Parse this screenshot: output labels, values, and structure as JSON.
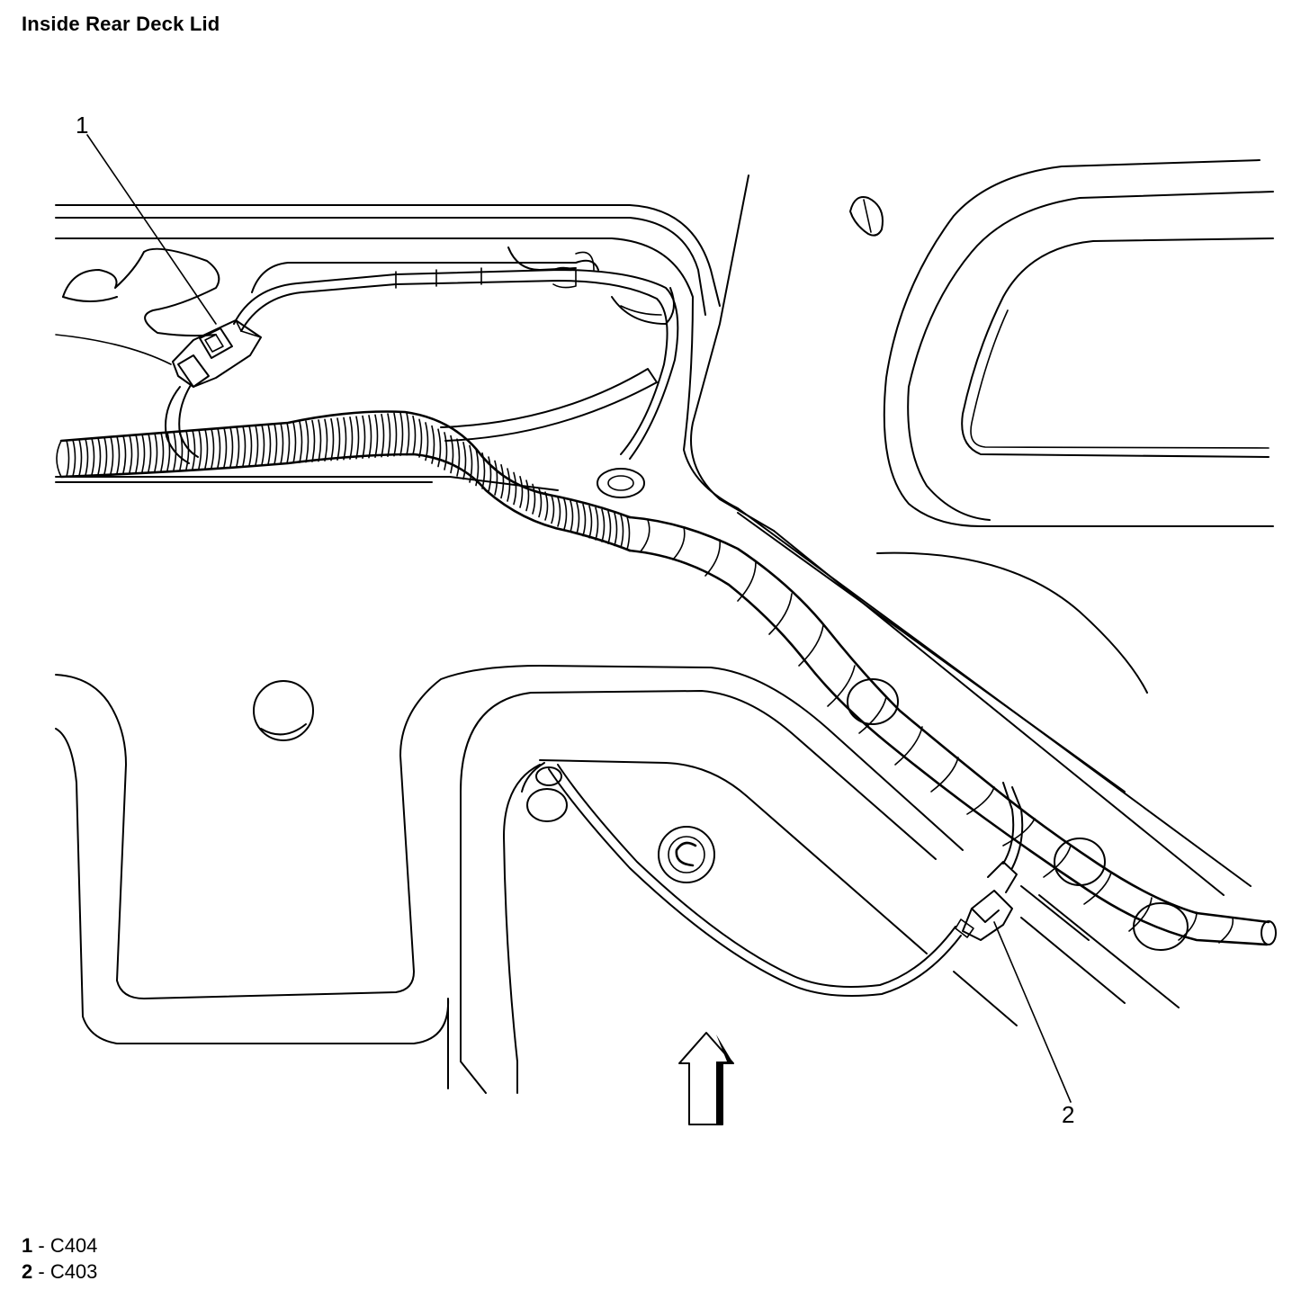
{
  "title": "Inside Rear Deck Lid",
  "callouts": [
    {
      "num": "1"
    },
    {
      "num": "2"
    }
  ],
  "legend": [
    {
      "num": "1",
      "sep": " - ",
      "text": "C404"
    },
    {
      "num": "2",
      "sep": " - ",
      "text": "C403"
    }
  ]
}
